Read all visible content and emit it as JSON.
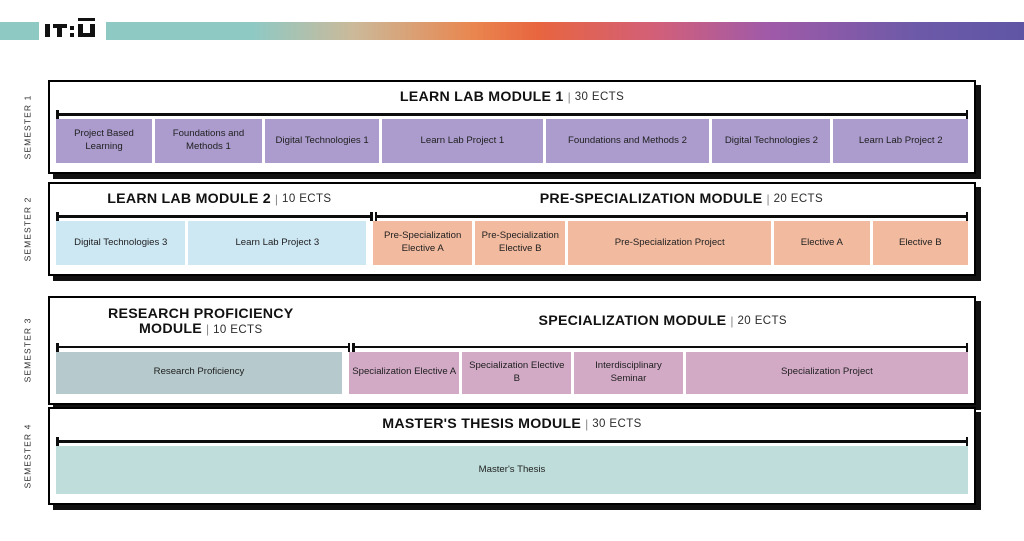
{
  "brand": {
    "logo_text": "IT:U",
    "logo_name": "itu-logo",
    "gradient_colors": [
      "#8fc9c4",
      "#cbb999",
      "#e9864f",
      "#e8653f",
      "#d25f79",
      "#a05aa8",
      "#6d5aa8",
      "#5f55a5"
    ]
  },
  "palette": {
    "purple": "#ab9ccd",
    "light_blue": "#cde7f3",
    "peach": "#f2bba0",
    "blue_gray": "#b6c9cc",
    "mauve": "#d2aac6",
    "thesis_teal": "#bfdedb",
    "outline": "#0d0d0d"
  },
  "chart_data": {
    "type": "table",
    "title": "Study Programme Structure",
    "semesters": [
      {
        "label": "SEMESTER 1",
        "modules": [
          {
            "name": "LEARN LAB MODULE 1",
            "separator": "|",
            "ects": "30 ECTS",
            "flex": 100,
            "two_line": false
          }
        ],
        "courses": [
          {
            "label": "Project Based Learning",
            "flex": 98,
            "color": "purple",
            "module": 0
          },
          {
            "label": "Foundations and Methods 1",
            "flex": 110,
            "color": "purple",
            "module": 0
          },
          {
            "label": "Digital Technologies 1",
            "flex": 118,
            "color": "purple",
            "module": 0
          },
          {
            "label": "Learn Lab Project 1",
            "flex": 168,
            "color": "purple",
            "module": 0
          },
          {
            "label": "Foundations and Methods 2",
            "flex": 172,
            "color": "purple",
            "module": 0
          },
          {
            "label": "Digital Technologies 2",
            "flex": 122,
            "color": "purple",
            "module": 0
          },
          {
            "label": "Learn Lab Project 2",
            "flex": 140,
            "color": "purple",
            "module": 0
          }
        ]
      },
      {
        "label": "SEMESTER 2",
        "modules": [
          {
            "name": "LEARN LAB MODULE 2",
            "separator": "|",
            "ects": "10 ECTS",
            "flex": 338,
            "two_line": false
          },
          {
            "name": "PRE-SPECIALIZATION MODULE",
            "separator": "|",
            "ects": "20 ECTS",
            "flex": 590,
            "two_line": false
          }
        ],
        "courses": [
          {
            "label": "Digital Technologies 3",
            "flex": 138,
            "color": "light_blue",
            "module": 0
          },
          {
            "label": "Learn Lab Project 3",
            "flex": 192,
            "color": "light_blue",
            "module": 0
          },
          {
            "label": "Pre-Specialization Elective A",
            "flex": 104,
            "color": "peach",
            "module": 1
          },
          {
            "label": "Pre-Specialization Elective B",
            "flex": 94,
            "color": "peach",
            "module": 1
          },
          {
            "label": "Pre-Specialization Project",
            "flex": 220,
            "color": "peach",
            "module": 1
          },
          {
            "label": "Elective A",
            "flex": 100,
            "color": "peach",
            "module": 1
          },
          {
            "label": "Elective B",
            "flex": 100,
            "color": "peach",
            "module": 1
          }
        ]
      },
      {
        "label": "SEMESTER 3",
        "modules": [
          {
            "name": "RESEARCH PROFICIENCY MODULE",
            "separator": "|",
            "ects": "10 ECTS",
            "flex": 300,
            "two_line": true,
            "line1": "RESEARCH PROFICIENCY",
            "line2": "MODULE"
          },
          {
            "name": "SPECIALIZATION MODULE",
            "separator": "|",
            "ects": "20 ECTS",
            "flex": 628,
            "two_line": false
          }
        ],
        "courses": [
          {
            "label": "Research Proficiency",
            "flex": 300,
            "color": "blue_gray",
            "module": 0
          },
          {
            "label": "Specialization Elective A",
            "flex": 112,
            "color": "mauve",
            "module": 1
          },
          {
            "label": "Specialization Elective B",
            "flex": 110,
            "color": "mauve",
            "module": 1
          },
          {
            "label": "Interdisciplinary Seminar",
            "flex": 110,
            "color": "mauve",
            "module": 1
          },
          {
            "label": "Specialization Project",
            "flex": 296,
            "color": "mauve",
            "module": 1
          }
        ]
      },
      {
        "label": "SEMESTER 4",
        "modules": [
          {
            "name": "MASTER'S THESIS MODULE",
            "separator": "|",
            "ects": "30 ECTS",
            "flex": 100,
            "two_line": false
          }
        ],
        "courses": [
          {
            "label": "Master's Thesis",
            "flex": 100,
            "color": "thesis_teal",
            "module": 0
          }
        ]
      }
    ]
  }
}
